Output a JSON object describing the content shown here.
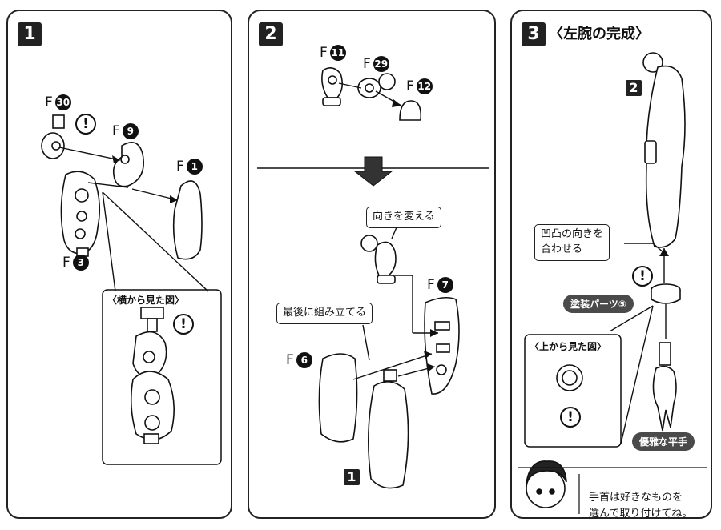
{
  "steps": {
    "s1": {
      "num": "1"
    },
    "s2": {
      "num": "2"
    },
    "s3": {
      "num": "3",
      "title": "〈左腕の完成〉"
    }
  },
  "step1": {
    "f30": {
      "letter": "F",
      "num": "30"
    },
    "f9": {
      "letter": "F",
      "num": "9"
    },
    "f1": {
      "letter": "F",
      "num": "1"
    },
    "f3": {
      "letter": "F",
      "num": "3"
    },
    "side_view_title": "〈横から見た図〉"
  },
  "step2": {
    "f11": {
      "letter": "F",
      "num": "11"
    },
    "f29": {
      "letter": "F",
      "num": "29"
    },
    "f12": {
      "letter": "F",
      "num": "12"
    },
    "f7": {
      "letter": "F",
      "num": "7"
    },
    "f6": {
      "letter": "F",
      "num": "6"
    },
    "change_direction": "向きを変える",
    "assemble_last": "最後に組み立てる",
    "ref_block": "1"
  },
  "step3": {
    "ref_block": "2",
    "align_line1": "凹凸の向きを",
    "align_line2": "合わせる",
    "painted_parts": "塗装パーツ⑤",
    "top_view_title": "〈上から見た図〉",
    "hand_label": "優雅な平手",
    "tip_line1": "手首は好きなものを",
    "tip_line2": "選んで取り付けてね。"
  },
  "icons": {
    "caution": "!"
  }
}
